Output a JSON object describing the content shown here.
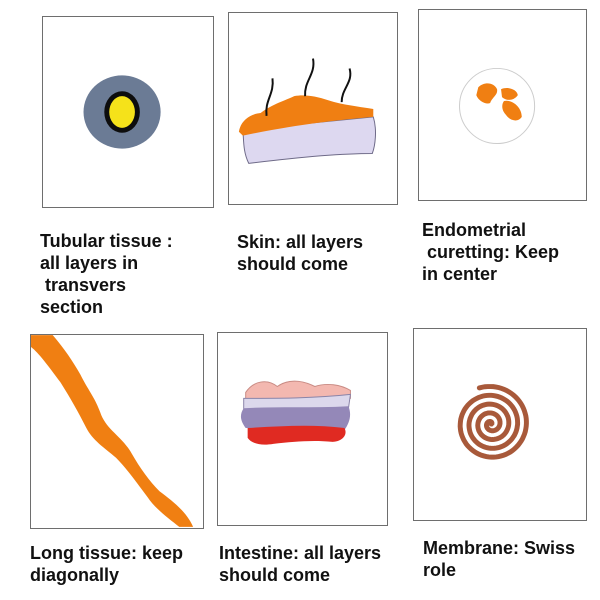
{
  "colors": {
    "panel_border": "#6e6e6e",
    "tube_outer": "#6b7b95",
    "tube_ring": "#0d0d0d",
    "tube_lumen": "#f5e21a",
    "orange": "#f07f12",
    "lavender": "#ddd8f0",
    "intestine_pink": "#f3b8b0",
    "intestine_lavender": "#dcd8ec",
    "intestine_purple": "#9488b8",
    "intestine_red": "#e02a22",
    "spiral_brown": "#a8593a",
    "text": "#111111"
  },
  "panels": [
    {
      "caption": "Tubular tissue :\nall layers in\n transvers\nsection"
    },
    {
      "caption": "Skin: all layers\nshould come"
    },
    {
      "caption": "Endometrial\n curetting: Keep\nin center"
    },
    {
      "caption": "Long tissue: keep\ndiagonally"
    },
    {
      "caption": "Intestine: all layers\nshould come"
    },
    {
      "caption": "Membrane: Swiss\nrole"
    }
  ]
}
